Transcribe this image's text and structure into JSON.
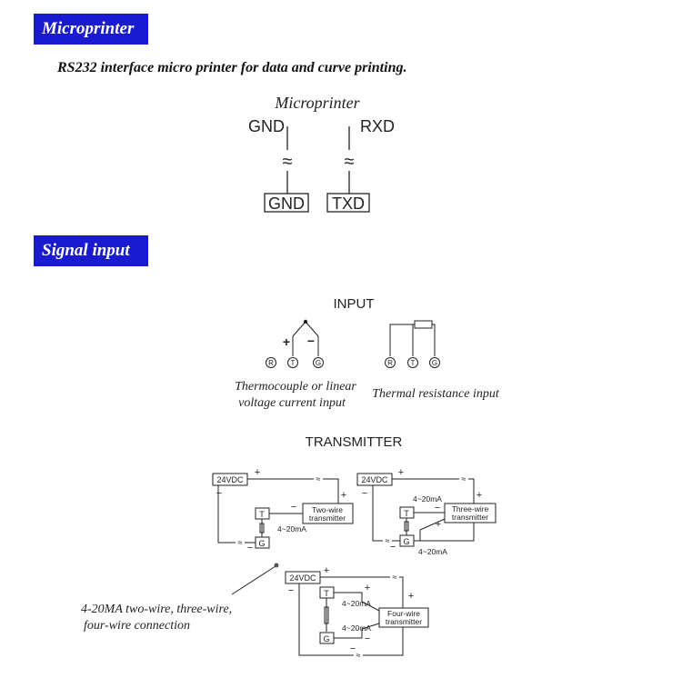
{
  "sections": {
    "microprinter": {
      "heading": "Microprinter",
      "description": "RS232 interface micro printer for data and curve printing.",
      "diagram_title": "Microprinter",
      "pins_top": [
        "GND",
        "RXD"
      ],
      "pins_bottom": [
        "GND",
        "TXD"
      ],
      "wave_symbol": "≈"
    },
    "signal_input": {
      "heading": "Signal input",
      "input_title": "INPUT",
      "terminals": [
        "R",
        "T",
        "G"
      ],
      "polarity_plus": "+",
      "polarity_minus": "−",
      "thermocouple_caption_line1": "Thermocouple or linear",
      "thermocouple_caption_line2": "voltage current input",
      "rtd_caption": "Thermal resistance input",
      "transmitter_title": "TRANSMITTER",
      "supply_label": "24VDC",
      "current_label": "4~20mA",
      "two_wire_line1": "Two-wire",
      "two_wire_line2": "transmitter",
      "three_wire_line1": "Three-wire",
      "three_wire_line2": "transmitter",
      "four_wire_line1": "Four-wire",
      "four_wire_line2": "transmitter",
      "terminal_t": "T",
      "terminal_g": "G",
      "connection_note_line1": "4-20MA two-wire, three-wire,",
      "connection_note_line2": "four-wire connection"
    }
  }
}
